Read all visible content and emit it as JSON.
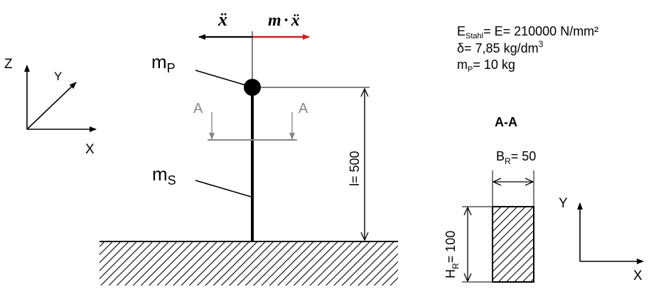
{
  "motion": {
    "acc_label": "ẍ",
    "force_m": "m",
    "force_dot": "·",
    "force_x": "ẍ",
    "force_color": "#cc2222"
  },
  "axes_left": {
    "z": "Z",
    "y": "Y",
    "x": "X"
  },
  "labels": {
    "mp_main": "m",
    "mp_sub": "P",
    "ms_main": "m",
    "ms_sub": "S",
    "cut_left": "A",
    "cut_right": "A",
    "length": "l= 500"
  },
  "properties": {
    "e_prefix": "E",
    "e_sub": "Stahl",
    "e_rest": "= E= 210000 N/mm²",
    "delta_main": "δ= 7,85 kg/dm",
    "delta_sup": "3",
    "mp_main": "m",
    "mp_sub": "P",
    "mp_rest": "= 10 kg"
  },
  "section": {
    "title": "A-A",
    "b_main": "B",
    "b_sub": "R",
    "b_rest": "= 50",
    "h_main": "H",
    "h_sub": "R",
    "h_rest": "= 100"
  },
  "axes_right": {
    "y": "Y",
    "x": "X"
  },
  "colors": {
    "line": "#000000",
    "gray": "#888888",
    "accent": "#cc2222"
  }
}
